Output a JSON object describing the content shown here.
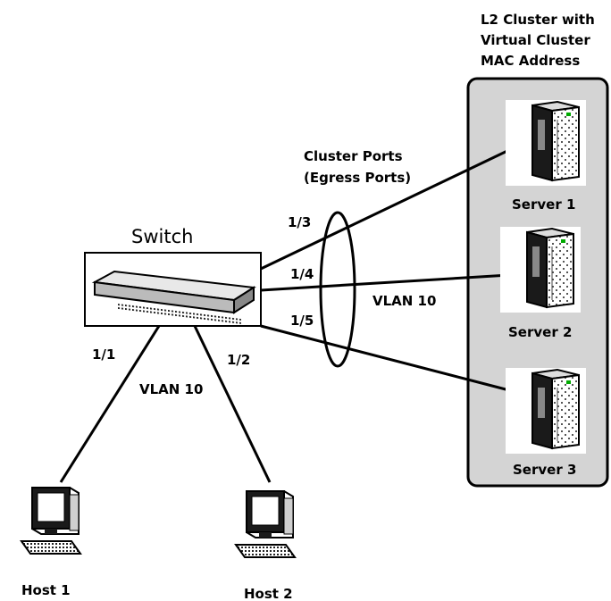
{
  "cluster": {
    "title_line1": "L2 Cluster with",
    "title_line2": "Virtual Cluster",
    "title_line3": "MAC Address",
    "panel_color": "#d4d4d4"
  },
  "switch": {
    "label": "Switch"
  },
  "cluster_ports": {
    "line1": "Cluster Ports",
    "line2": "(Egress Ports)"
  },
  "ports": {
    "p1_1": "1/1",
    "p1_2": "1/2",
    "p1_3": "1/3",
    "p1_4": "1/4",
    "p1_5": "1/5"
  },
  "vlans": {
    "host_side": "VLAN 10",
    "server_side": "VLAN 10"
  },
  "servers": [
    {
      "label": "Server 1"
    },
    {
      "label": "Server 2"
    },
    {
      "label": "Server 3"
    }
  ],
  "hosts": [
    {
      "label": "Host 1"
    },
    {
      "label": "Host 2"
    }
  ],
  "icons": {
    "switch": "network-switch-icon",
    "server": "server-tower-icon",
    "host": "desktop-computer-icon"
  }
}
